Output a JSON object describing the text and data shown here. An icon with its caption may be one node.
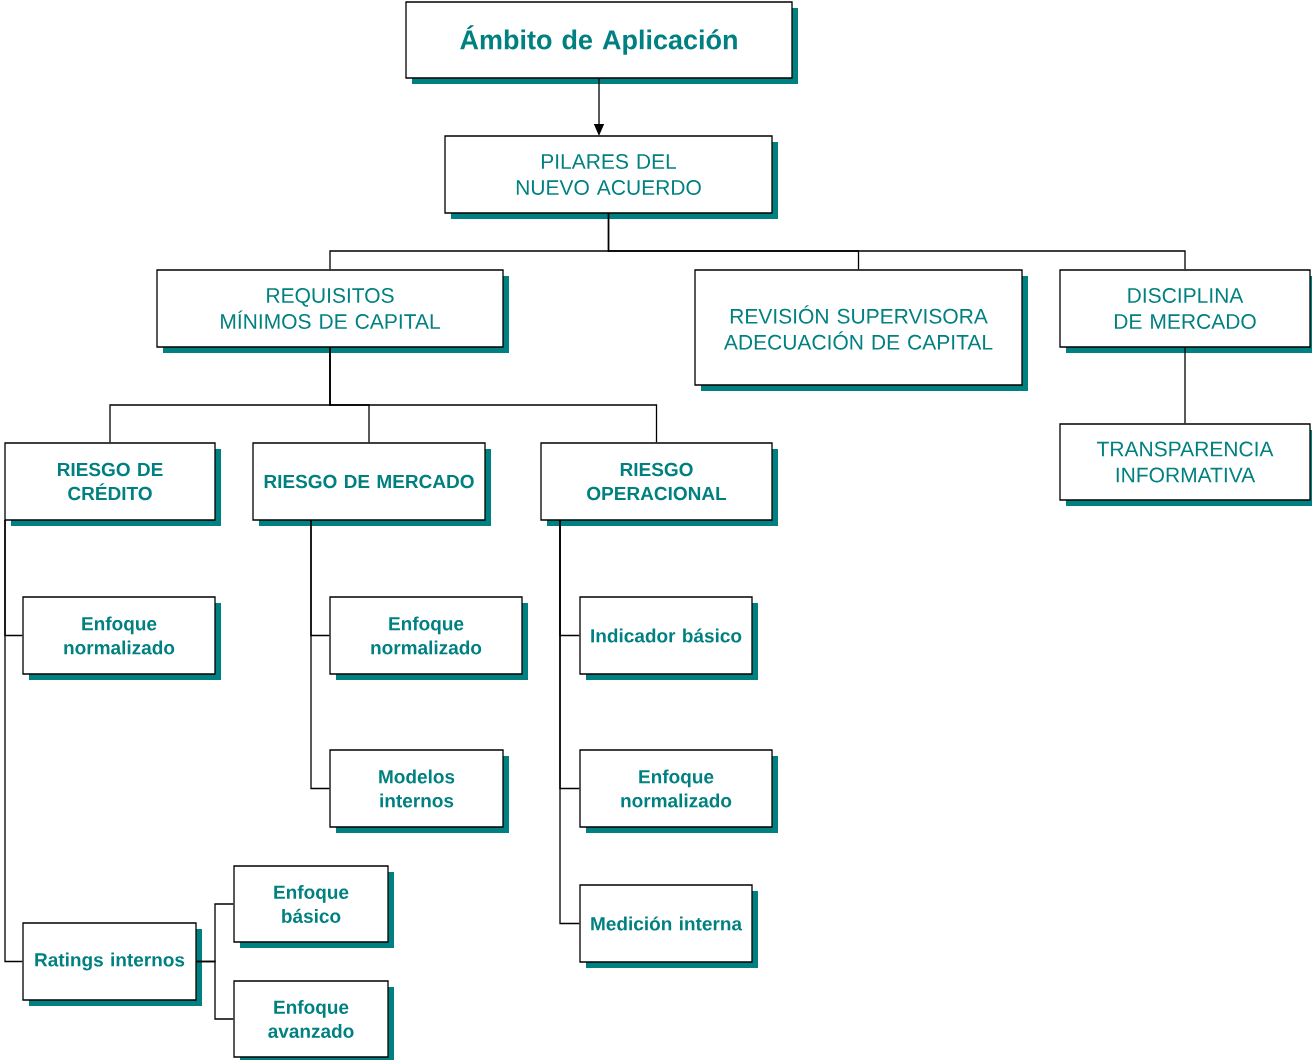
{
  "diagram": {
    "nodes": [
      {
        "text": [
          "Ámbito de Aplicación"
        ]
      },
      {
        "text": [
          "PILARES DEL NUEVO ACUERDO"
        ]
      },
      {
        "text": [
          "REQUISITOS MÍNIMOS DE CAPITAL"
        ]
      },
      {
        "text": [
          "REVISIÓN SUPERVISORA ADECUACIÓN DE CAPITAL"
        ]
      },
      {
        "text": [
          "DISCIPLINA DE MERCADO"
        ]
      },
      {
        "text": [
          "RIESGO DE CRÉDITO"
        ]
      },
      {
        "text": [
          "RIESGO DE MERCADO"
        ]
      },
      {
        "text": [
          "RIESGO OPERACIONAL"
        ]
      },
      {
        "text": [
          "TRANSPARENCIA INFORMATIVA"
        ]
      },
      {
        "text": [
          "Enfoque normalizado"
        ]
      },
      {
        "text": [
          "Enfoque normalizado"
        ]
      },
      {
        "text": [
          "Indicador básico"
        ]
      },
      {
        "text": [
          "Modelos internos"
        ]
      },
      {
        "text": [
          "Enfoque normalizado"
        ]
      },
      {
        "text": [
          "Medición interna"
        ]
      },
      {
        "text": [
          "Enfoque básico"
        ]
      },
      {
        "text": [
          "Ratings internos"
        ]
      },
      {
        "text": [
          "Enfoque avanzado"
        ]
      }
    ],
    "edges": [
      {
        "from": 0,
        "to": 1,
        "arrow": "to"
      },
      {
        "from": 1,
        "to": 2,
        "arrow": "none"
      },
      {
        "from": 1,
        "to": 3,
        "arrow": "none"
      },
      {
        "from": 1,
        "to": 4,
        "arrow": "none"
      },
      {
        "from": 2,
        "to": 5,
        "arrow": "none"
      },
      {
        "from": 2,
        "to": 6,
        "arrow": "none"
      },
      {
        "from": 2,
        "to": 7,
        "arrow": "none"
      },
      {
        "from": 4,
        "to": 8,
        "arrow": "none"
      },
      {
        "from": 5,
        "to": 9,
        "arrow": "none"
      },
      {
        "from": 5,
        "to": 16,
        "arrow": "none"
      },
      {
        "from": 6,
        "to": 10,
        "arrow": "none"
      },
      {
        "from": 6,
        "to": 12,
        "arrow": "none"
      },
      {
        "from": 7,
        "to": 11,
        "arrow": "none"
      },
      {
        "from": 7,
        "to": 13,
        "arrow": "none"
      },
      {
        "from": 7,
        "to": 14,
        "arrow": "none"
      },
      {
        "from": 16,
        "to": 15,
        "arrow": "none"
      },
      {
        "from": 16,
        "to": 17,
        "arrow": "none"
      }
    ]
  }
}
